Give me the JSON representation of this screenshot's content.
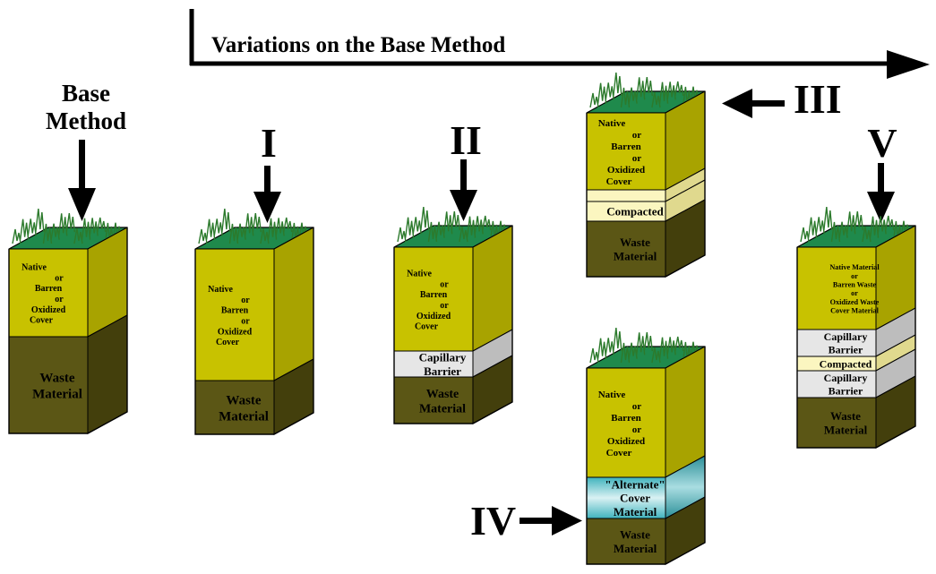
{
  "header": {
    "title": "Variations on the Base Method"
  },
  "markers": {
    "base": [
      "Base",
      "Method"
    ],
    "i": "I",
    "ii": "II",
    "iii": "III",
    "iv": "IV",
    "v": "V"
  },
  "labels": {
    "cover": [
      "Native",
      "or",
      "Barren",
      "or",
      "Oxidized",
      "Cover"
    ],
    "waste": [
      "Waste",
      "Material"
    ],
    "capillary": [
      "Capillary",
      "Barrier"
    ],
    "compacted": "Compacted",
    "alternate": [
      "\"Alternate\"",
      "Cover",
      "Material"
    ],
    "cover_v": [
      "Native Material",
      "or",
      "Barren Waste",
      "or",
      "Oxidized Waste",
      "Cover Material"
    ]
  },
  "colors": {
    "grass": "#1f8a4c",
    "grass_side": "#15703b",
    "cover": "#c8c200",
    "cover_side": "#a8a300",
    "waste": "#5b5615",
    "waste_side": "#433f0c",
    "capillary": "#e6e6e6",
    "compacted": "#fbf6c0",
    "alternate": "#8fd2d8"
  }
}
